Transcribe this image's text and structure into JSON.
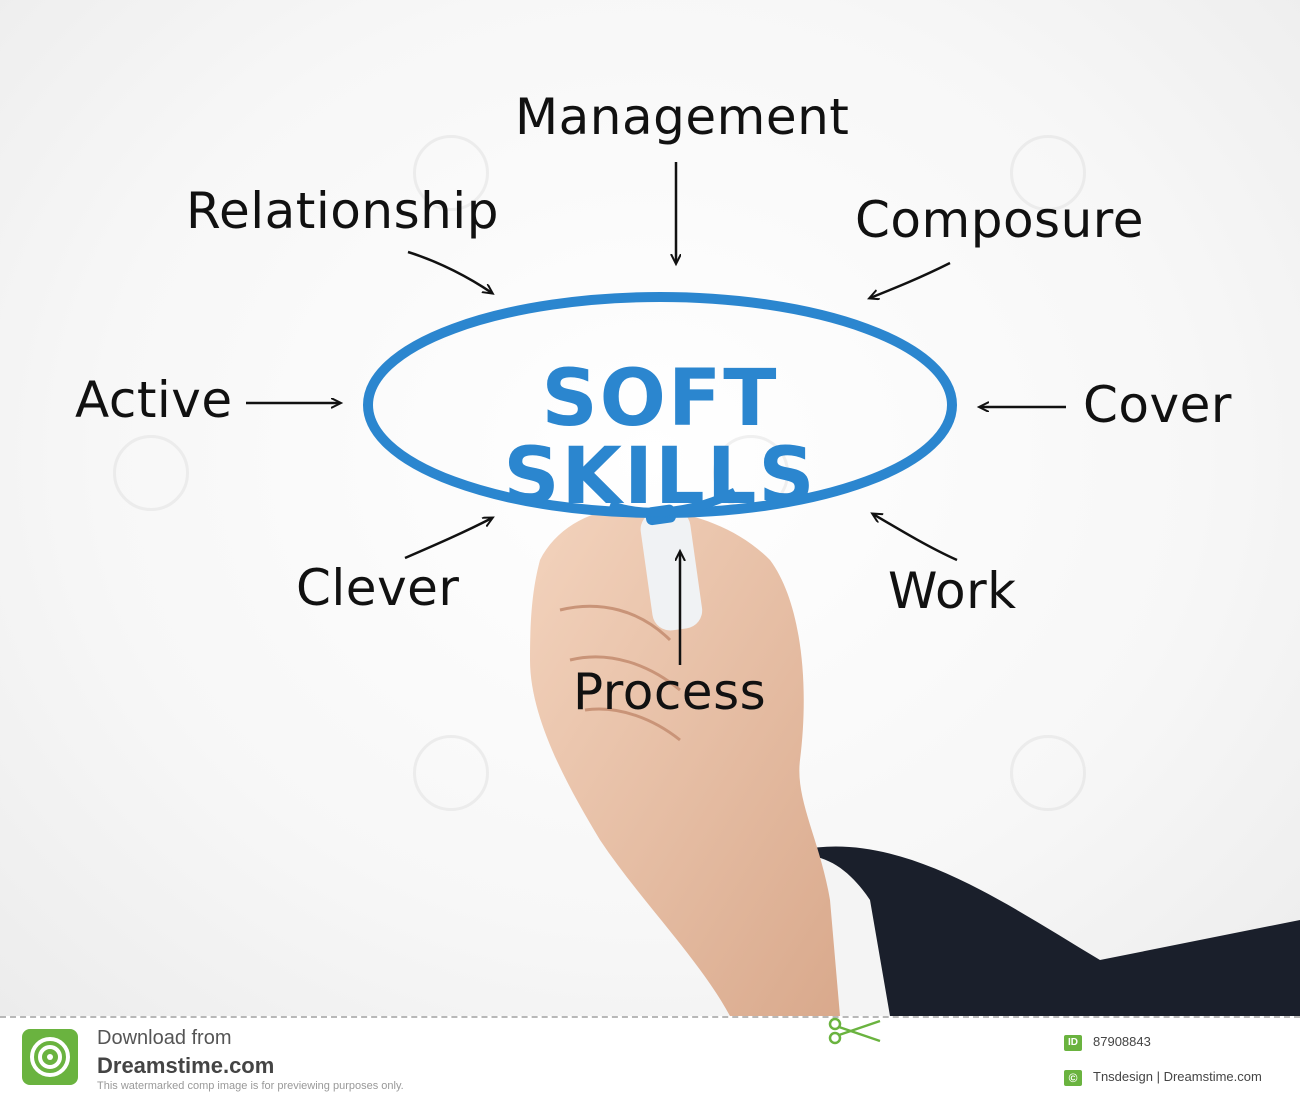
{
  "diagram": {
    "center": "SOFT SKILLS",
    "nodes": {
      "management": "Management",
      "relationship": "Relationship",
      "composure": "Composure",
      "active": "Active",
      "cover": "Cover",
      "clever": "Clever",
      "work": "Work",
      "process": "Process"
    },
    "colors": {
      "accent": "#2b86cf",
      "ink": "#111111",
      "brand_green": "#6ab33f"
    }
  },
  "footer": {
    "download_label": "Download from",
    "site": "Dreamstime.com",
    "disclaimer": "This watermarked comp image is for previewing purposes only.",
    "id_badge": "ID",
    "id": "87908843",
    "copyright_badge": "©",
    "credit": "Tnsdesign | Dreamstime.com"
  },
  "icons": [
    "spiral-logo-icon",
    "scissors-icon",
    "hand-with-marker"
  ]
}
